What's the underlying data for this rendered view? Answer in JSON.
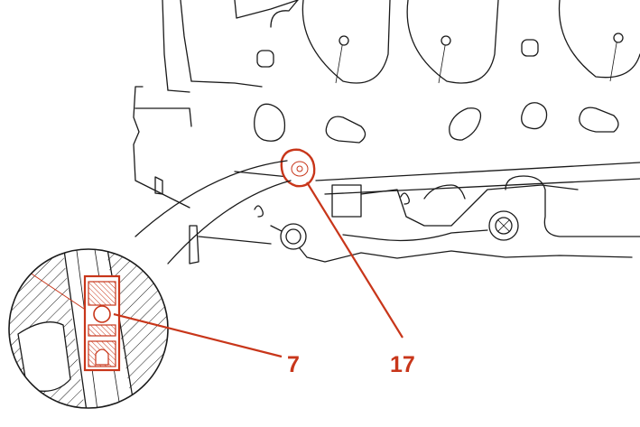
{
  "callouts": [
    {
      "id": "callout-7",
      "label": "7"
    },
    {
      "id": "callout-17",
      "label": "17"
    }
  ],
  "colors": {
    "accent": "#c8361a",
    "line": "#1a1a1a",
    "background": "#ffffff"
  }
}
